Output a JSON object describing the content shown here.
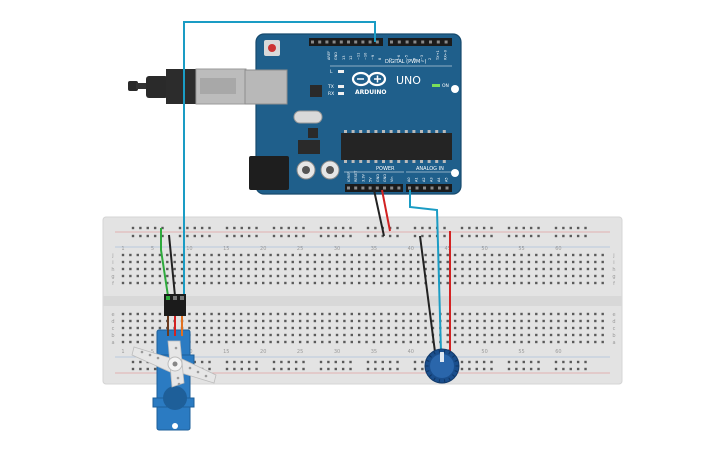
{
  "board": {
    "logo_text": "ARDUINO",
    "model": "UNO",
    "digital_label": "DIGITAL (PWM~)",
    "power_label": "POWER",
    "analog_label": "ANALOG IN",
    "on_label": "ON",
    "tx_label": "TX",
    "rx_label": "RX",
    "l_label": "L",
    "aref_label": "AREF",
    "gnd_label": "GND",
    "digital_pins": [
      "13",
      "12",
      "~11",
      "~10",
      "~9",
      "8",
      "7",
      "~6",
      "~5",
      "4",
      "~3",
      "2",
      "TX→1",
      "RX←0"
    ],
    "power_pins": [
      "IOREF",
      "RESET",
      "3.3V",
      "5V",
      "GND",
      "GND",
      "Vin"
    ],
    "analog_pins": [
      "A0",
      "A1",
      "A2",
      "A3",
      "A4",
      "A5"
    ]
  },
  "breadboard": {
    "column_numbers": [
      "1",
      "5",
      "10",
      "15",
      "20",
      "25",
      "30",
      "35",
      "40",
      "45",
      "50",
      "55",
      "60"
    ],
    "row_letters_top": [
      "j",
      "i",
      "h",
      "g",
      "f"
    ],
    "row_letters_bottom": [
      "e",
      "d",
      "c",
      "b",
      "a"
    ]
  },
  "colors": {
    "arduino_blue": "#1f5f8b",
    "breadboard": "#e3e3e3",
    "servo_blue": "#2b7bc2",
    "pot_blue": "#1a4e8c",
    "wire_cyan": "#1a9cc4",
    "wire_green": "#2eaa3c",
    "wire_black": "#222222",
    "wire_red": "#d22222",
    "wire_orange": "#e07020"
  }
}
